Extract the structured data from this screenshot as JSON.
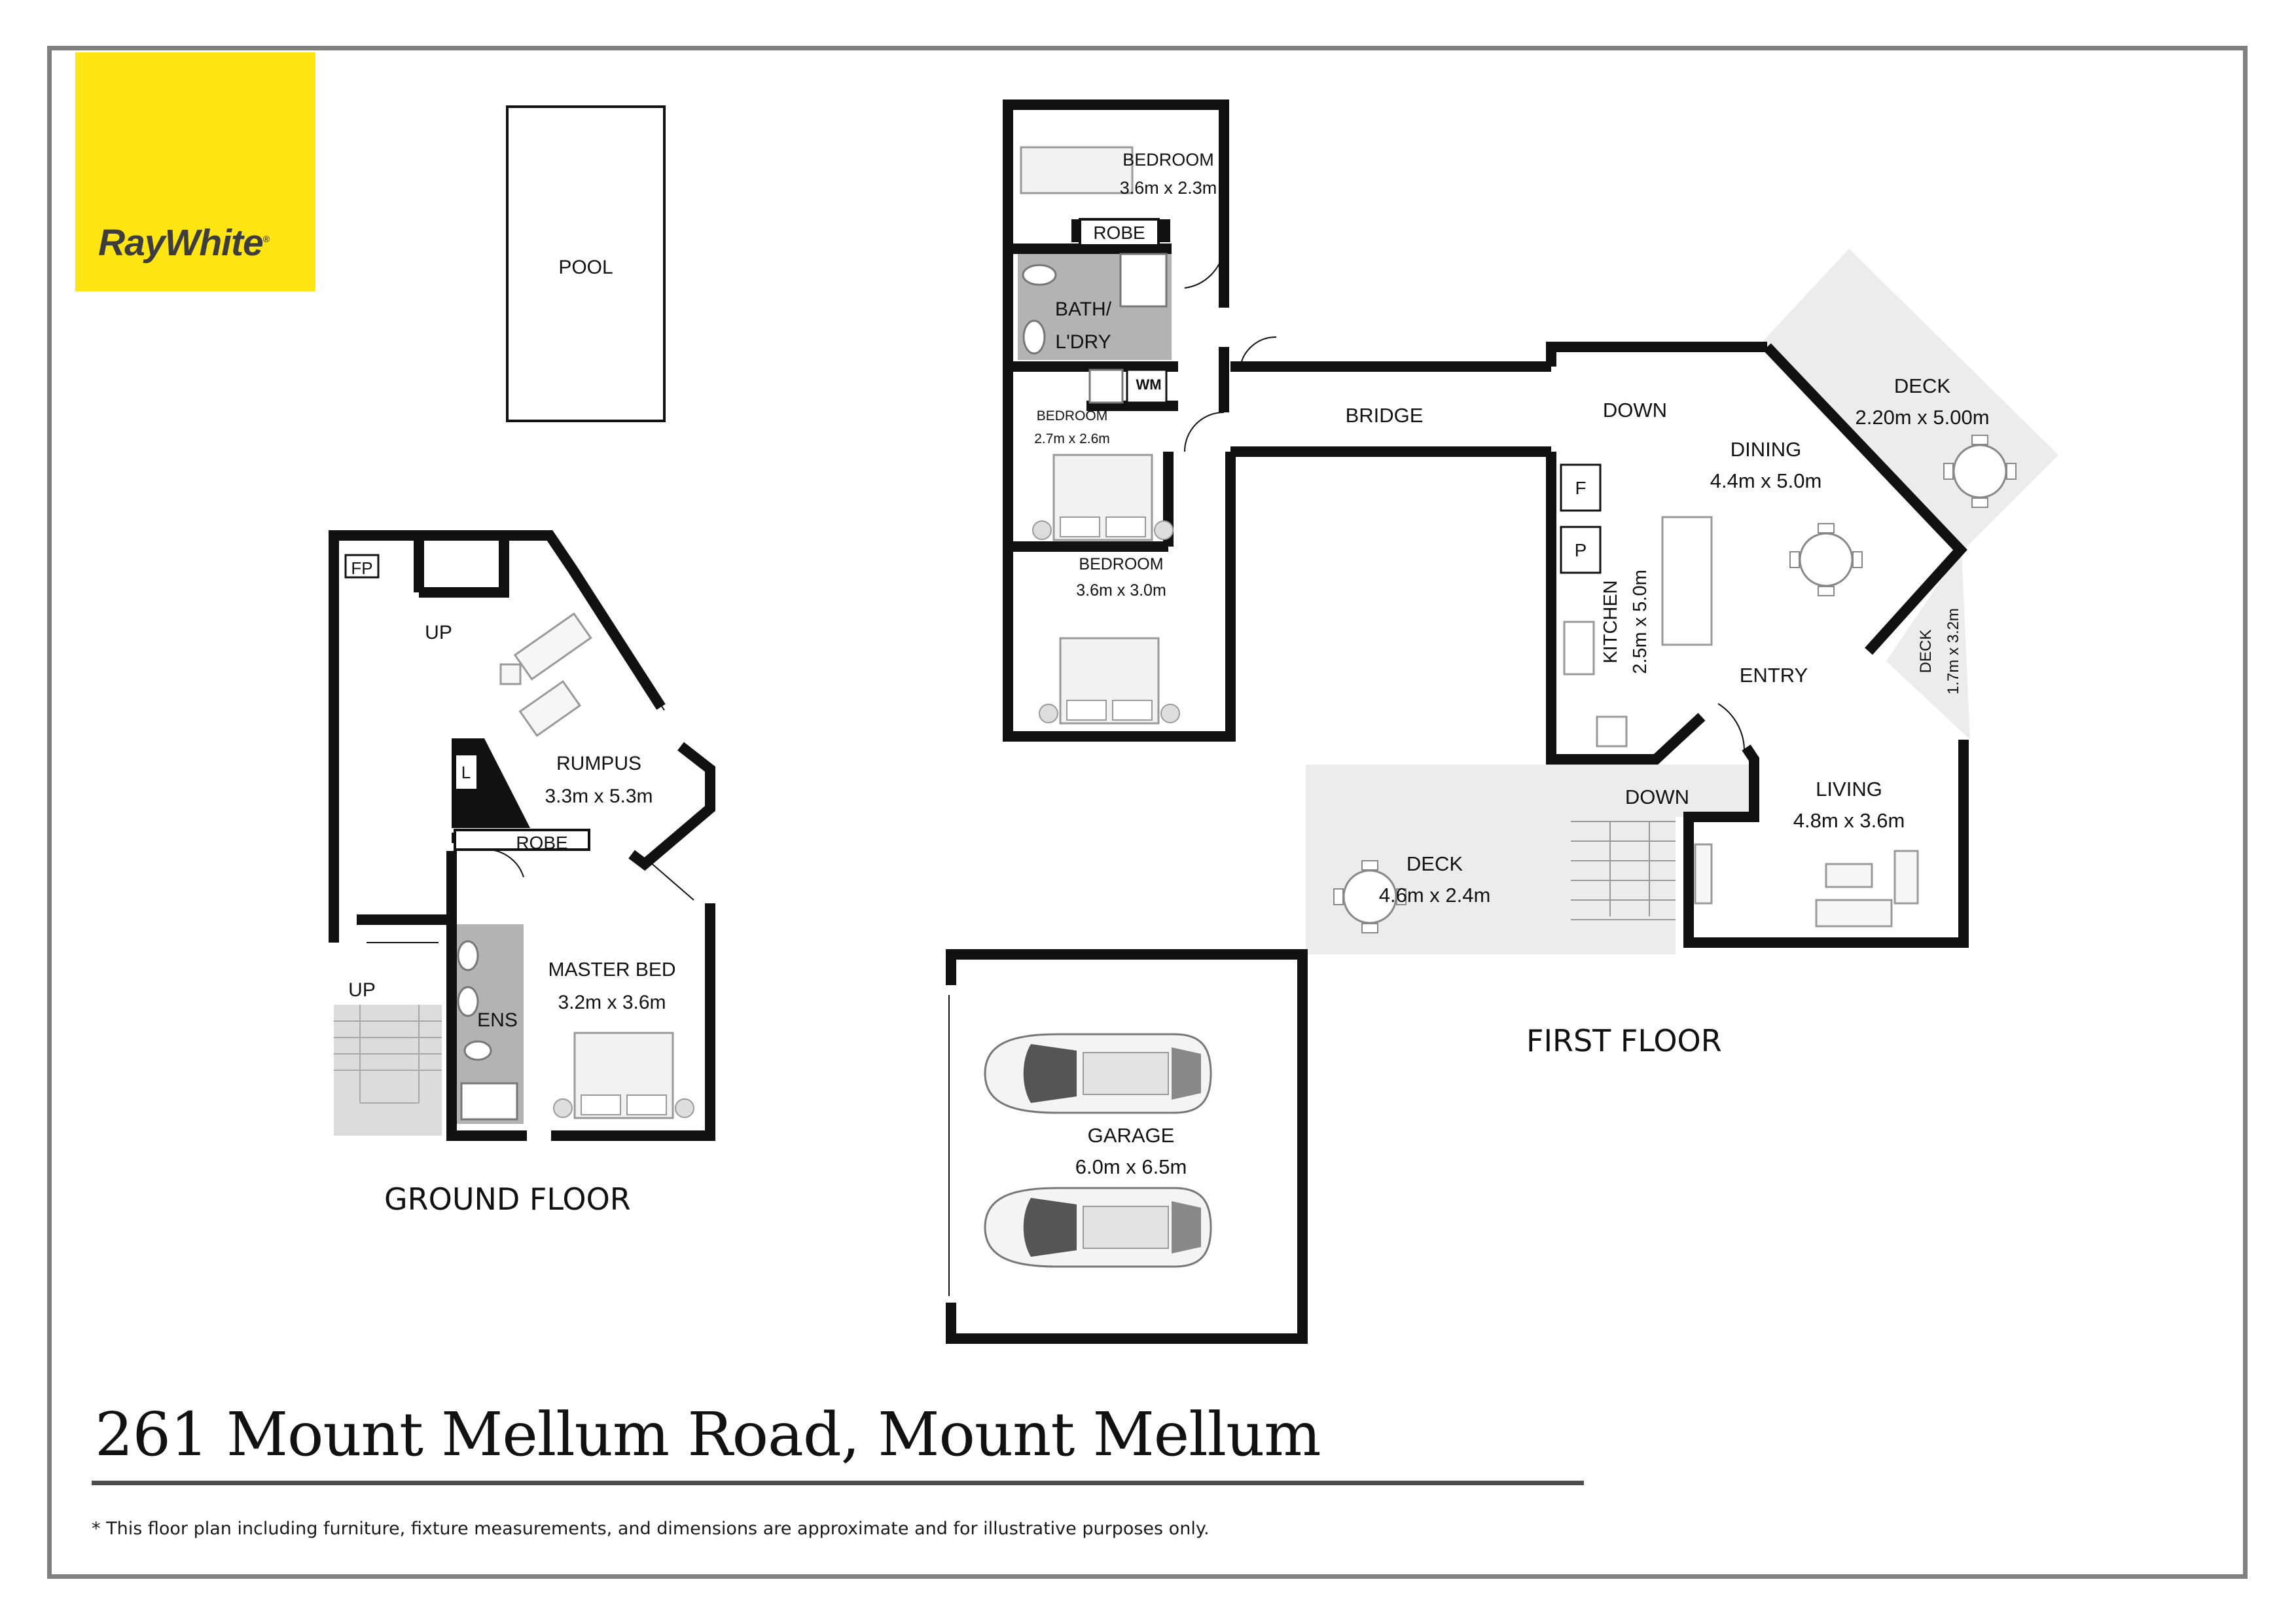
{
  "brand": {
    "logo_text": "RayWhite",
    "logo_mark": "®",
    "brand_color": "#ffe512"
  },
  "address": "261 Mount Mellum Road, Mount Mellum",
  "disclaimer": "* This floor plan including furniture, fixture measurements, and dimensions are approximate and for illustrative purposes only.",
  "floors": {
    "ground": "GROUND FLOOR",
    "first": "FIRST FLOOR"
  },
  "ground_floor_rooms": {
    "pool": "POOL",
    "fp": "FP",
    "up_top": "UP",
    "rumpus_name": "RUMPUS",
    "rumpus_dim": "3.3m x 5.3m",
    "l": "L",
    "robe": "ROBE",
    "up_bottom": "UP",
    "ens": "ENS",
    "master_name": "MASTER BED",
    "master_dim": "3.2m x 3.6m"
  },
  "first_floor_rooms": {
    "bed1_name": "BEDROOM",
    "bed1_dim": "3.6m x 2.3m",
    "robe": "ROBE",
    "bath_line1": "BATH/",
    "bath_line2": "L'DRY",
    "wm": "WM",
    "bed2_name": "BEDROOM",
    "bed2_dim": "2.7m x 2.6m",
    "bed3_name": "BEDROOM",
    "bed3_dim": "3.6m x 3.0m",
    "bridge": "BRIDGE",
    "down_top": "DOWN",
    "dining_name": "DINING",
    "dining_dim": "4.4m x 5.0m",
    "deck_ne_name": "DECK",
    "deck_ne_dim": "2.20m x 5.00m",
    "f": "F",
    "p": "P",
    "kitchen_name": "KITCHEN",
    "kitchen_dim": "2.5m x 5.0m",
    "entry": "ENTRY",
    "deck_e_name": "DECK",
    "deck_e_dim": "1.7m x 3.2m",
    "down_bottom": "DOWN",
    "living_name": "LIVING",
    "living_dim": "4.8m x 3.6m",
    "deck_s_name": "DECK",
    "deck_s_dim": "4.6m x 2.4m",
    "garage_name": "GARAGE",
    "garage_dim": "6.0m x 6.5m"
  },
  "colors": {
    "wall": "#111111",
    "deck_fill": "#ececec",
    "wet_area": "#b3b3b3",
    "frame": "#808080"
  }
}
